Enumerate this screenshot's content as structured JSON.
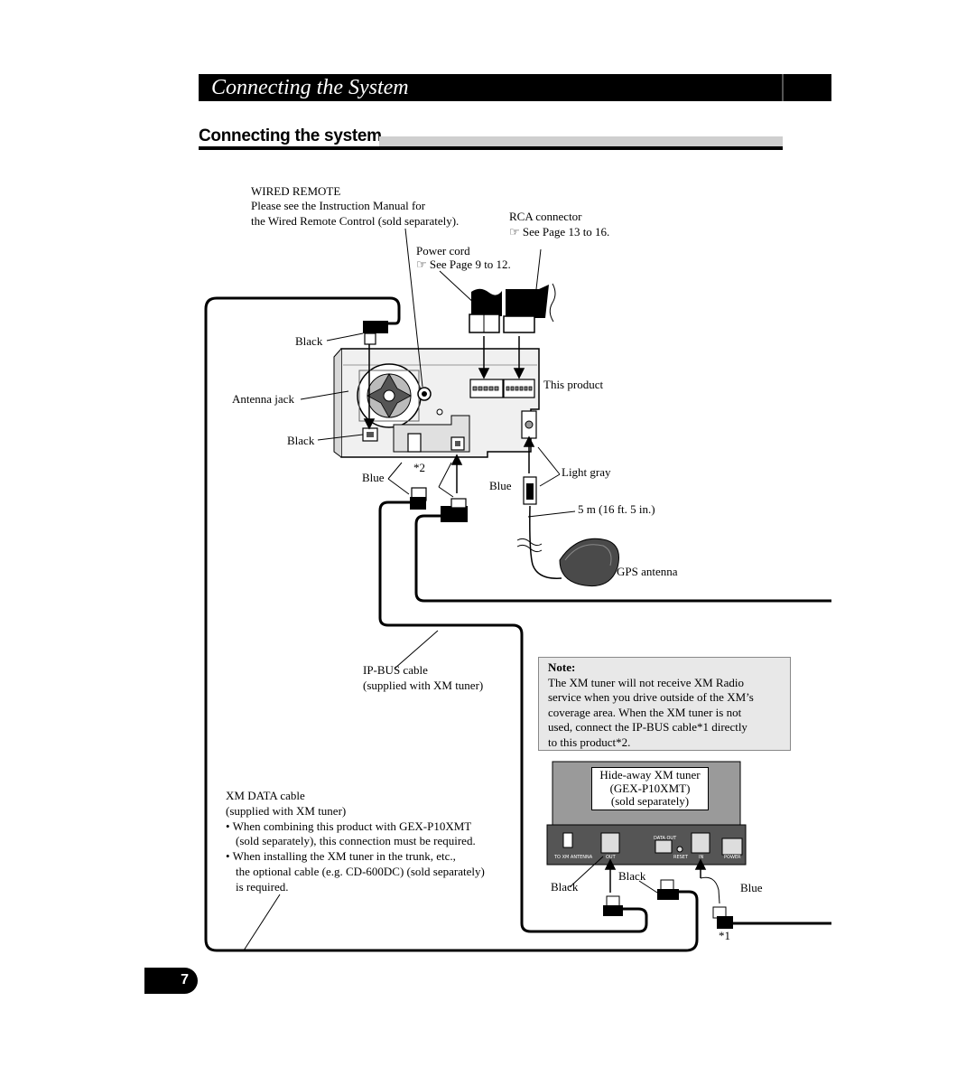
{
  "header": {
    "title": "Connecting the System"
  },
  "section": {
    "title": "Connecting the system"
  },
  "labels": {
    "wired_remote": "WIRED REMOTE",
    "wired_remote_desc1": "Please see the Instruction Manual for",
    "wired_remote_desc2": "the Wired Remote Control (sold separately).",
    "rca_connector": "RCA connector",
    "rca_see": "See Page 13 to 16.",
    "power_cord": "Power cord",
    "power_see": "See Page 9 to 12.",
    "black_1": "Black",
    "antenna_jack": "Antenna jack",
    "black_2": "Black",
    "this_product": "This product",
    "blue_1": "Blue",
    "star2": "*2",
    "blue_2": "Blue",
    "light_gray": "Light gray",
    "cable_length": "5 m (16 ft. 5 in.)",
    "gps_antenna": "GPS antenna",
    "ipbus_cable": "IP-BUS cable",
    "ipbus_supplied": "(supplied with XM tuner)",
    "xm_data_cable": "XM DATA cable",
    "xm_data_supplied": "(supplied with XM tuner)",
    "bullet_1a": "When combining this product with GEX-P10XMT",
    "bullet_1b": "(sold separately), this connection must be required.",
    "bullet_2a": "When installing the XM tuner in the trunk, etc.,",
    "bullet_2b": "the optional cable (e.g. CD-600DC) (sold separately)",
    "bullet_2c": "is required.",
    "black_3": "Black",
    "black_4": "Black",
    "blue_3": "Blue",
    "star1": "*1"
  },
  "note": {
    "title": "Note:",
    "line1": "The XM tuner will not receive XM Radio",
    "line2": "service when you drive outside of the XM’s",
    "line3": "coverage area. When the XM tuner is not",
    "line4": "used, connect the IP-BUS cable*1 directly",
    "line5": "to this product*2."
  },
  "tuner": {
    "name": "Hide-away XM tuner",
    "model": "(GEX-P10XMT)",
    "sold": "(sold separately)",
    "port_antenna": "TO XM ANTENNA",
    "port_out": "OUT",
    "port_data_out": "DATA OUT",
    "port_reset": "RESET",
    "port_in": "IN",
    "port_power": "POWER"
  },
  "page_number": "7",
  "colors": {
    "header_bg": "#000000",
    "note_bg": "#e8e8e8",
    "rule_gray": "#cfcfcf"
  },
  "icons": {
    "reference": "pointing-hand-icon"
  }
}
